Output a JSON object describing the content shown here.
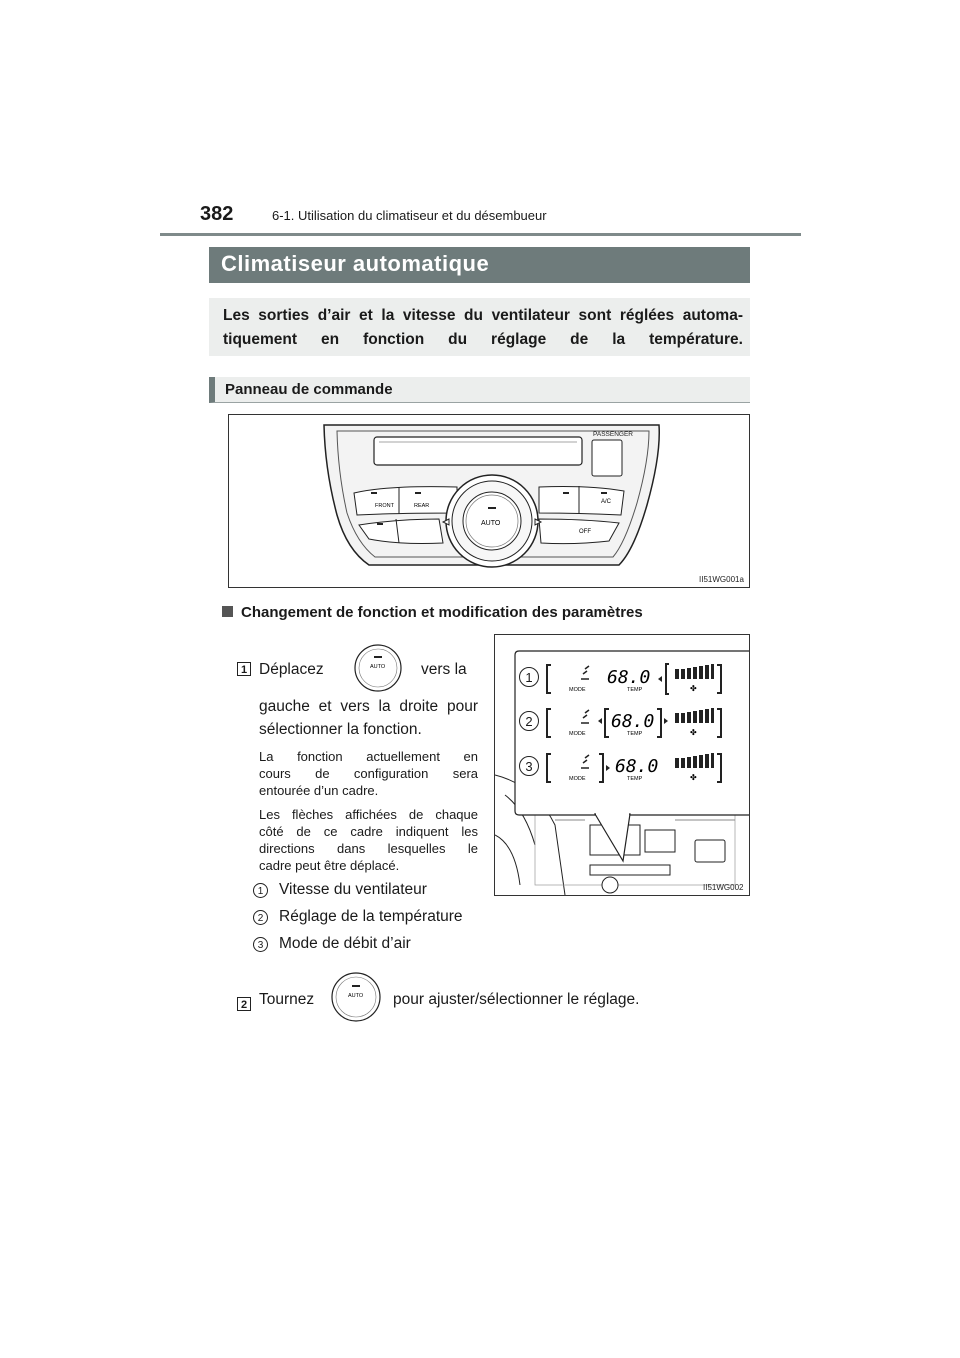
{
  "header": {
    "page_number": "382",
    "section": "6-1. Utilisation du climatiseur et du désembueur"
  },
  "title": "Climatiseur automatique",
  "intro": "Les sorties d’air et la vitesse du ventilateur sont réglées automa-tiquement en fonction du réglage de la température.",
  "subheading": "Panneau de commande",
  "figure1": {
    "code": "II51WG001a",
    "labels": {
      "passenger": "PASSENGER",
      "front": "FRONT",
      "rear": "REAR",
      "auto": "AUTO",
      "ac": "A/C",
      "off": "OFF"
    }
  },
  "bullet_heading": "Changement de fonction et modification des paramètres",
  "step1": {
    "number": "1",
    "line1_a": "Déplacez",
    "line1_b": "vers la",
    "line2": "gauche et vers la droite pour",
    "line3": "sélectionner la fonction.",
    "note1_l1": "La fonction actuellement en",
    "note1_l2": "cours de configuration sera",
    "note1_l3": "entourée d’un cadre.",
    "note2_l1": "Les flèches affichées de chaque",
    "note2_l2": "côté de ce cadre indiquent les",
    "note2_l3": "directions dans lesquelles le",
    "note2_l4": "cadre peut être déplacé.",
    "items": [
      {
        "num": "1",
        "label": "Vitesse du ventilateur"
      },
      {
        "num": "2",
        "label": "Réglage de la température"
      },
      {
        "num": "3",
        "label": "Mode de débit d’air"
      }
    ]
  },
  "figure2": {
    "code": "II51WG002",
    "rows": [
      {
        "num": "1",
        "temp": "68.0",
        "mode_label": "MODE",
        "temp_label": "TEMP"
      },
      {
        "num": "2",
        "temp": "68.0",
        "mode_label": "MODE",
        "temp_label": "TEMP"
      },
      {
        "num": "3",
        "temp": "68.0",
        "mode_label": "MODE",
        "temp_label": "TEMP"
      }
    ]
  },
  "step2": {
    "number": "2",
    "text_a": "Tournez",
    "text_b": "pour ajuster/sélectionner le réglage."
  },
  "knob_label": "AUTO"
}
